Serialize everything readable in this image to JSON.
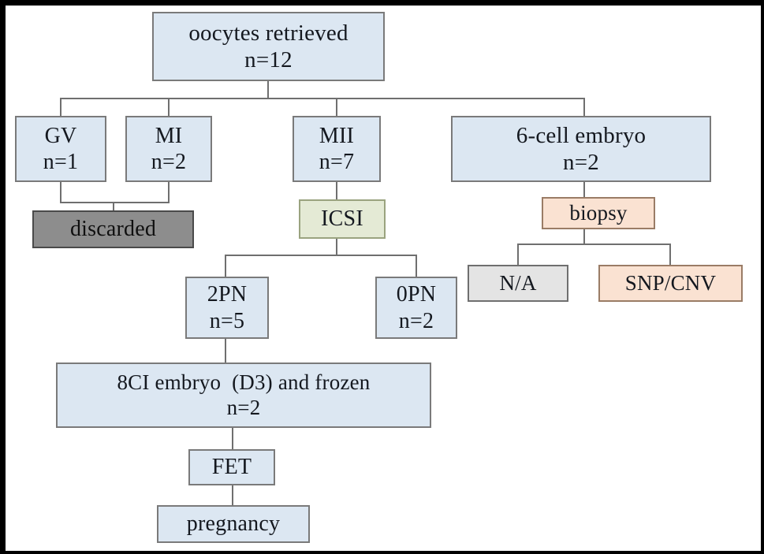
{
  "diagram": {
    "title": "IVF oocyte retrieval and embryo outcome flowchart",
    "type": "flowchart",
    "colors": {
      "box_blue": "#dce7f2",
      "box_green": "#e4ead5",
      "box_peach": "#fae2d2",
      "box_light_gray": "#e4e4e4",
      "box_dark_gray": "#8d8d8d",
      "border_gray": "#7a7a7a",
      "connector_gray": "#6f6f6f",
      "frame_black": "#000000",
      "background": "#ffffff"
    },
    "nodes": [
      {
        "id": "oocytes",
        "line1": "oocytes retrieved",
        "line2": "n=12",
        "fill": "blue"
      },
      {
        "id": "gv",
        "line1": "GV",
        "line2": "n=1",
        "fill": "blue"
      },
      {
        "id": "mi",
        "line1": "MI",
        "line2": "n=2",
        "fill": "blue"
      },
      {
        "id": "mii",
        "line1": "MII",
        "line2": "n=7",
        "fill": "blue"
      },
      {
        "id": "sixcell",
        "line1": "6-cell embryo",
        "line2": "n=2",
        "fill": "blue"
      },
      {
        "id": "discarded",
        "line1": "discarded",
        "line2": "",
        "fill": "dgray"
      },
      {
        "id": "icsi",
        "line1": "ICSI",
        "line2": "",
        "fill": "green"
      },
      {
        "id": "biopsy",
        "line1": "biopsy",
        "line2": "",
        "fill": "peach"
      },
      {
        "id": "twopn",
        "line1": "2PN",
        "line2": "n=5",
        "fill": "blue"
      },
      {
        "id": "zeropn",
        "line1": "0PN",
        "line2": "n=2",
        "fill": "blue"
      },
      {
        "id": "na",
        "line1": "N/A",
        "line2": "",
        "fill": "gray"
      },
      {
        "id": "snpcnv",
        "line1": "SNP/CNV",
        "line2": "",
        "fill": "peach"
      },
      {
        "id": "eightcell",
        "line1": "8CI embryo  (D3) and frozen",
        "line2": "n=2",
        "fill": "blue"
      },
      {
        "id": "fet",
        "line1": "FET",
        "line2": "",
        "fill": "blue"
      },
      {
        "id": "pregnancy",
        "line1": "pregnancy",
        "line2": "",
        "fill": "blue"
      }
    ]
  }
}
